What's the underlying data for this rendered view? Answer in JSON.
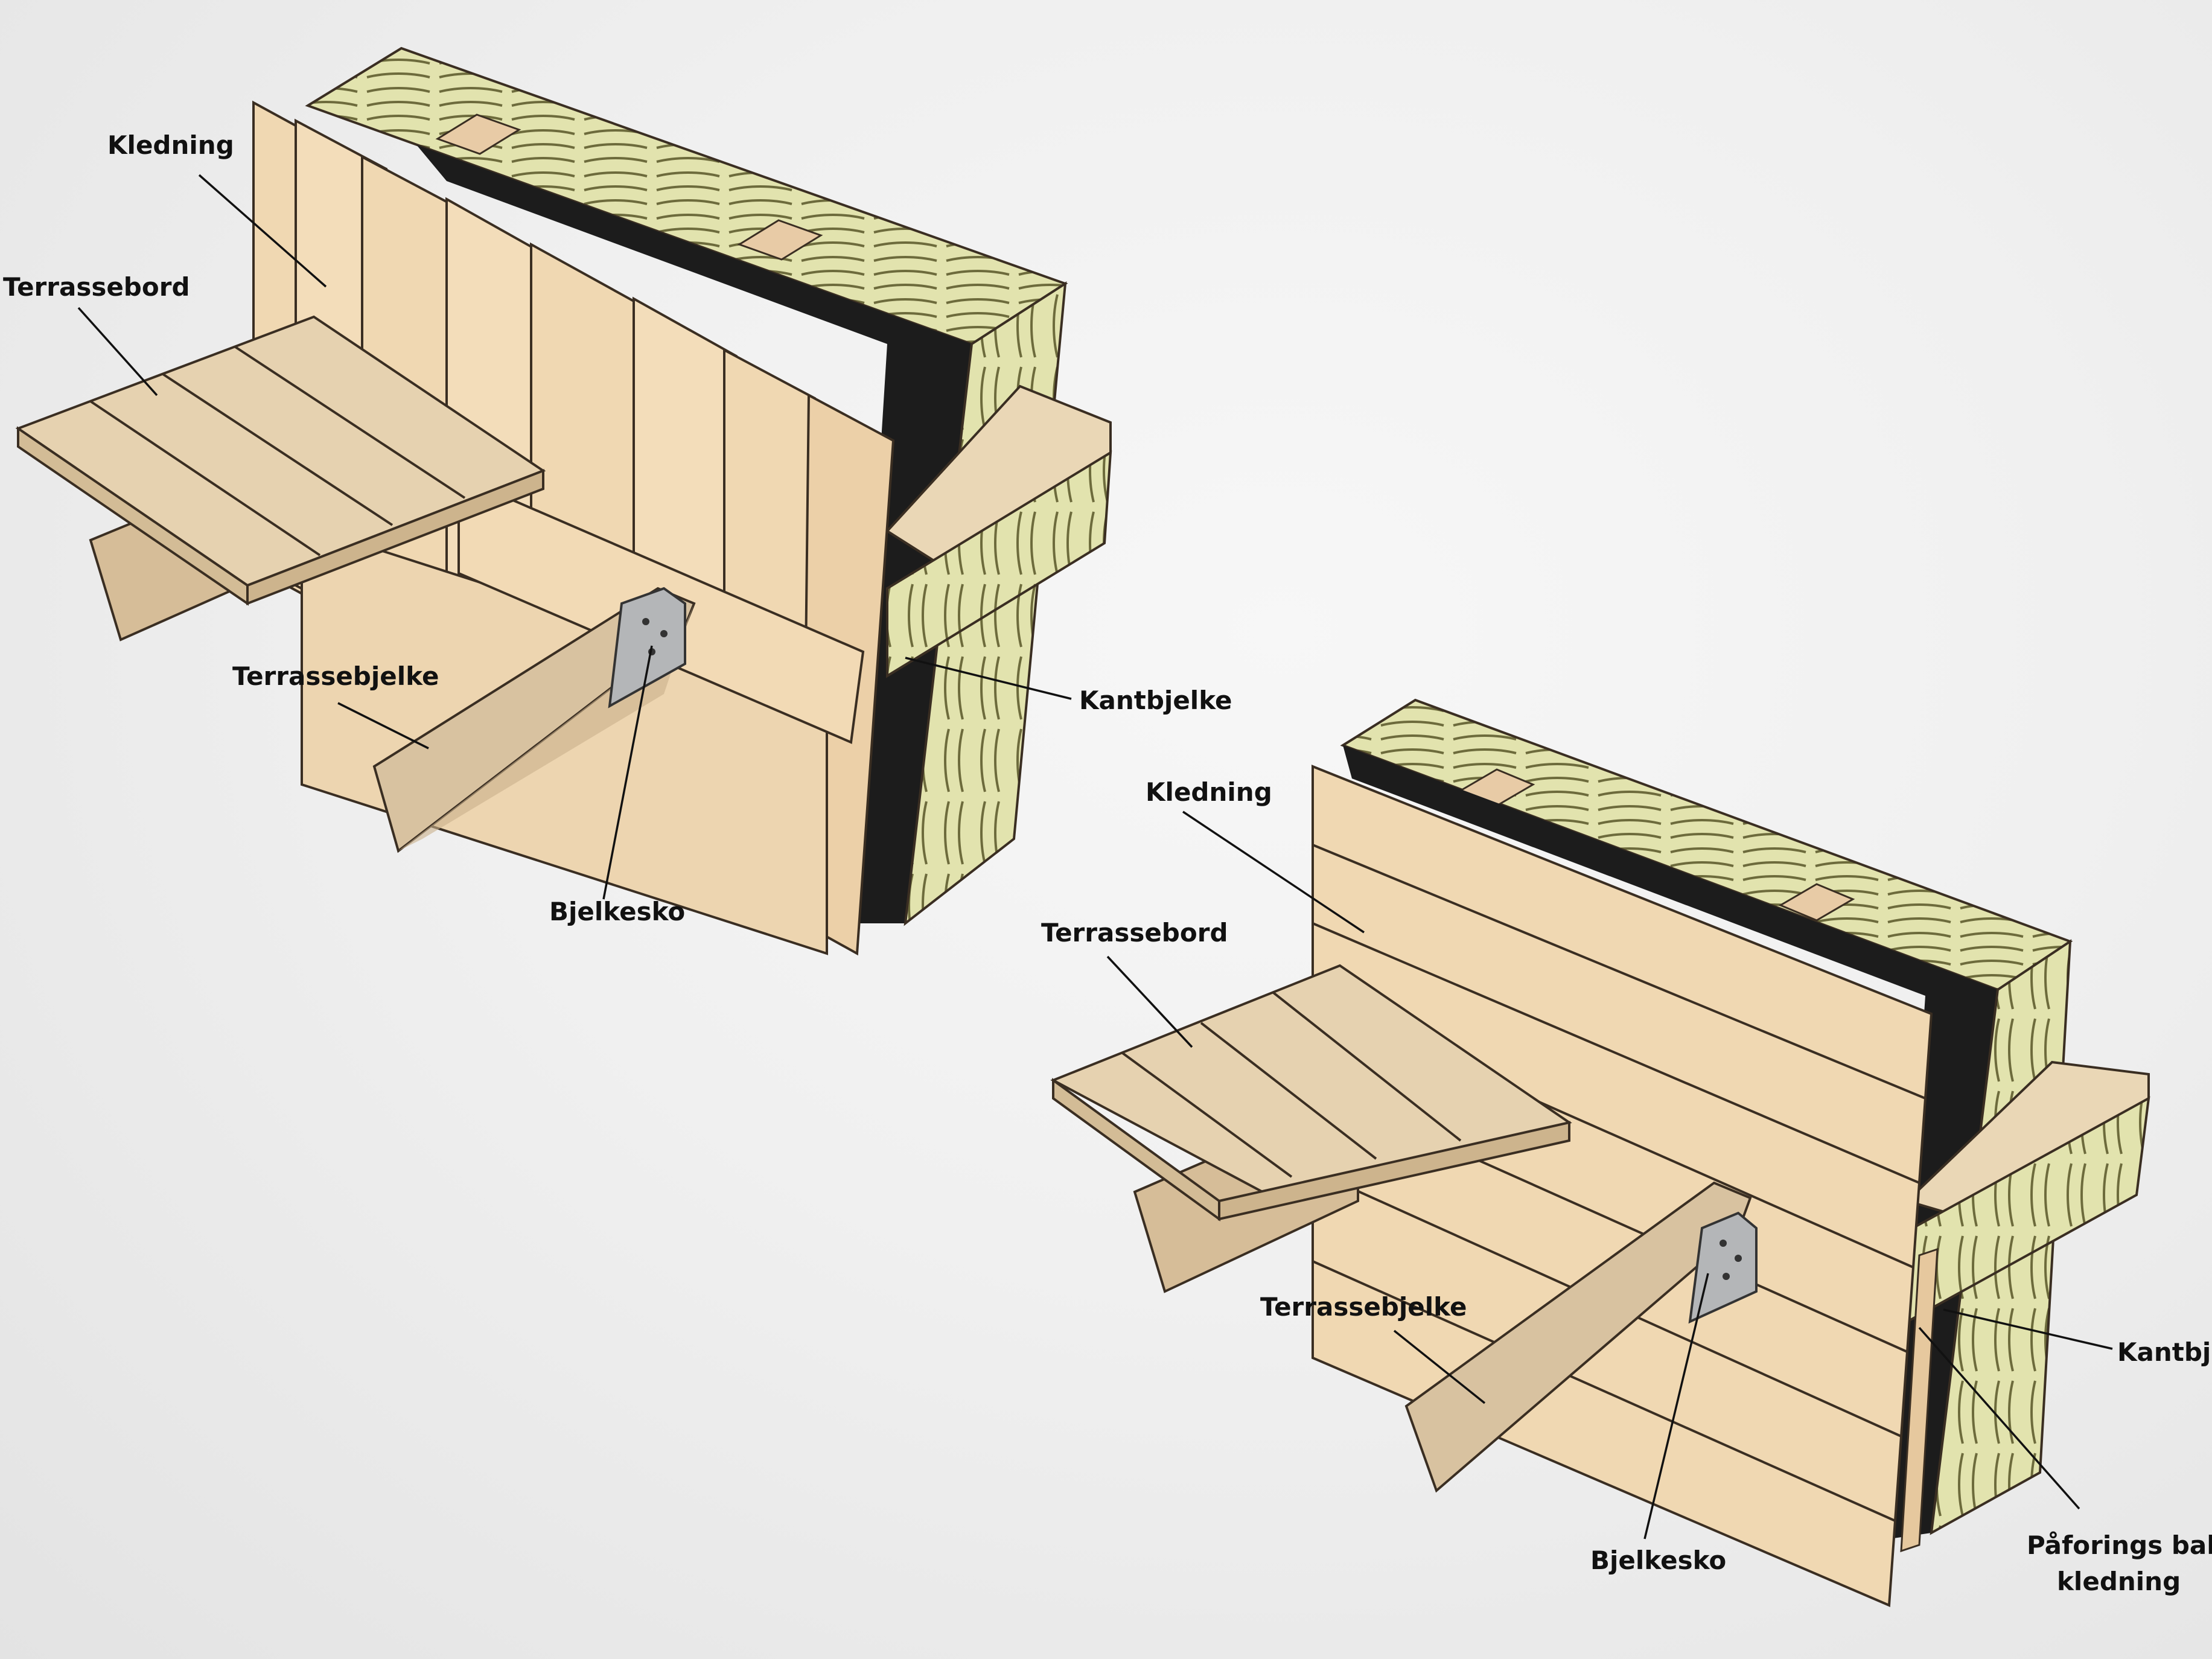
{
  "diagram": {
    "left_detail": {
      "labels": {
        "kledning": "Kledning",
        "terrassebord": "Terrassebord",
        "terrassebjelke": "Terrassebjelke",
        "kantbjelke": "Kantbjelke",
        "bjelkesko": "Bjelkesko"
      }
    },
    "right_detail": {
      "labels": {
        "kledning": "Kledning",
        "terrassebord": "Terrassebord",
        "terrassebjelke": "Terrassebjelke",
        "kantbjelke": "Kantbjelke",
        "bjelkesko": "Bjelkesko",
        "paforing_line1": "Påforings bak",
        "paforing_line2": "kledning"
      }
    },
    "colors": {
      "wood": "#f0d8b2",
      "wood_shadow": "#d9bc92",
      "deck": "#e6d2b0",
      "beam": "#d8c2a0",
      "insulation": "#e2e3ae",
      "membrane": "#1c1c1c",
      "hanger": "#b4b6b8",
      "outline": "#3a2e22",
      "leader_line": "#111111"
    }
  }
}
